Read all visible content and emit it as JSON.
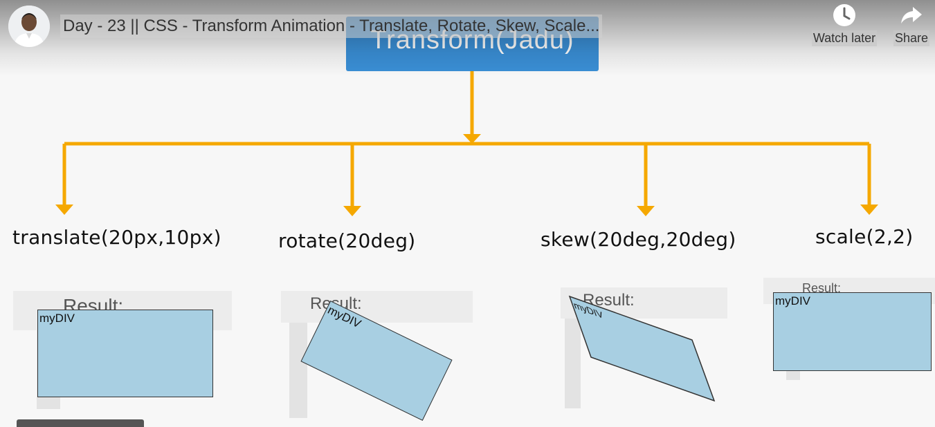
{
  "video": {
    "title": "Day - 23 || CSS - Transform Animation - Translate, Rotate, Skew, Scale...",
    "actions": [
      {
        "label": "Watch later",
        "icon": "clock-icon"
      },
      {
        "label": "Share",
        "icon": "share-arrow-icon"
      }
    ]
  },
  "slide": {
    "header": "Transform(Jadu)",
    "branches": [
      {
        "label": "translate(20px,10px)",
        "result": "Result:",
        "box": "myDIV"
      },
      {
        "label": "rotate(20deg)",
        "result": "Result:",
        "box": "myDIV"
      },
      {
        "label": "skew(20deg,20deg)",
        "result": "Result:",
        "box": "myDIV"
      },
      {
        "label": "scale(2,2)",
        "result": "Result:",
        "box": "myDIV"
      }
    ]
  },
  "colors": {
    "header_bg": "#3a8fd6",
    "connector": "#f5a800",
    "div_fill": "#a8cfe2"
  }
}
